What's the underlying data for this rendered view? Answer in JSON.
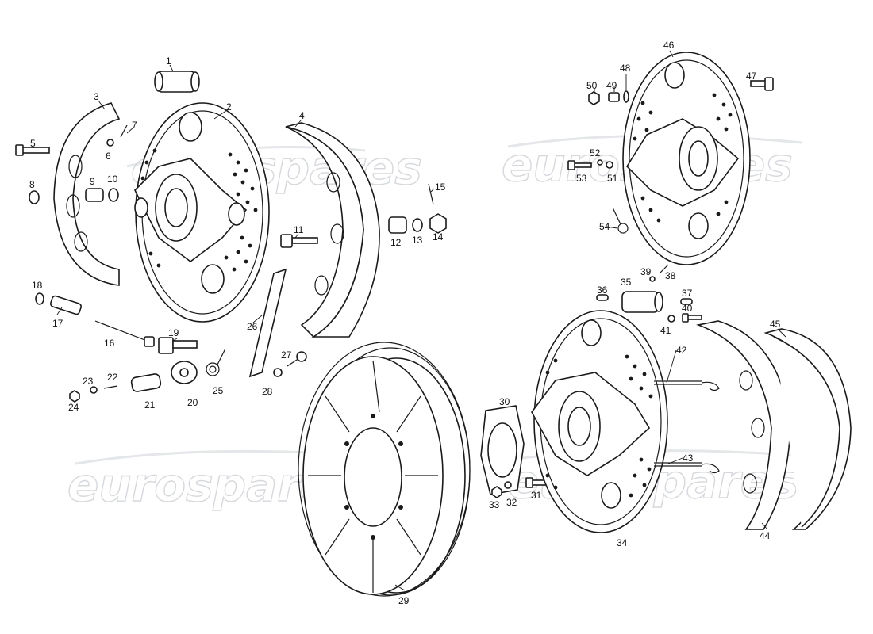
{
  "diagram": {
    "watermark_text": "eurospares",
    "callouts": [
      {
        "n": "1"
      },
      {
        "n": "2"
      },
      {
        "n": "3"
      },
      {
        "n": "4"
      },
      {
        "n": "5"
      },
      {
        "n": "6"
      },
      {
        "n": "7"
      },
      {
        "n": "8"
      },
      {
        "n": "9"
      },
      {
        "n": "10"
      },
      {
        "n": "11"
      },
      {
        "n": "12"
      },
      {
        "n": "13"
      },
      {
        "n": "14"
      },
      {
        "n": "15"
      },
      {
        "n": "16"
      },
      {
        "n": "17"
      },
      {
        "n": "18"
      },
      {
        "n": "19"
      },
      {
        "n": "20"
      },
      {
        "n": "21"
      },
      {
        "n": "22"
      },
      {
        "n": "23"
      },
      {
        "n": "24"
      },
      {
        "n": "25"
      },
      {
        "n": "26"
      },
      {
        "n": "27"
      },
      {
        "n": "28"
      },
      {
        "n": "29"
      },
      {
        "n": "30"
      },
      {
        "n": "31"
      },
      {
        "n": "32"
      },
      {
        "n": "33"
      },
      {
        "n": "34"
      },
      {
        "n": "35"
      },
      {
        "n": "36"
      },
      {
        "n": "37"
      },
      {
        "n": "38"
      },
      {
        "n": "39"
      },
      {
        "n": "40"
      },
      {
        "n": "41"
      },
      {
        "n": "42"
      },
      {
        "n": "43"
      },
      {
        "n": "44"
      },
      {
        "n": "45"
      },
      {
        "n": "46"
      },
      {
        "n": "47"
      },
      {
        "n": "48"
      },
      {
        "n": "49"
      },
      {
        "n": "50"
      },
      {
        "n": "51"
      },
      {
        "n": "52"
      },
      {
        "n": "53"
      },
      {
        "n": "54"
      }
    ]
  }
}
